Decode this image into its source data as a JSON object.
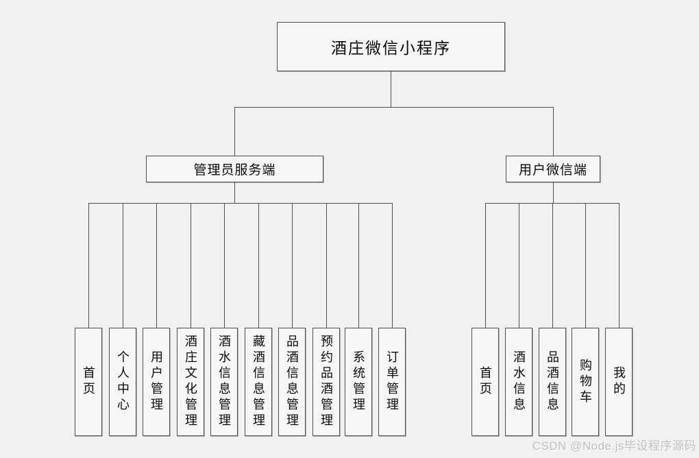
{
  "page": {
    "watermark": "CSDN @Node.js毕设程序源码",
    "background": "#f1f1f2"
  },
  "colors": {
    "line": "#4e4e4e",
    "box_border": "#4e4e4e",
    "box_fill": "#f6f6f7",
    "text": "#0a0a0a",
    "watermark": "#bdbdbd"
  },
  "tree": {
    "root": {
      "label": "酒庄微信小程序"
    },
    "branches": [
      {
        "label": "管理员服务端",
        "children": [
          "首页",
          "个人中心",
          "用户管理",
          "酒庄文化管理",
          "酒水信息管理",
          "藏酒信息管理",
          "品酒信息管理",
          "预约品酒管理",
          "系统管理",
          "订单管理"
        ]
      },
      {
        "label": "用户微信端",
        "children": [
          "首页",
          "酒水信息",
          "品酒信息",
          "购物车",
          "我的"
        ]
      }
    ]
  }
}
